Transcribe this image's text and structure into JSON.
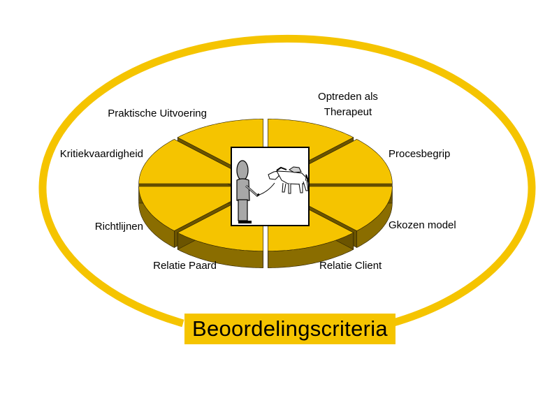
{
  "title": "Beoordelingscriteria",
  "colors": {
    "ring": "#f5c400",
    "top": "#f5c400",
    "side": "#8a6d00",
    "side_dark": "#6b5400",
    "panel_border": "#000000",
    "person": "#a8a8a8"
  },
  "segments": [
    {
      "label_lines": [
        "Optreden als",
        "Therapeut"
      ]
    },
    {
      "label_lines": [
        "Procesbegrip"
      ]
    },
    {
      "label_lines": [
        "Gkozen model"
      ]
    },
    {
      "label_lines": [
        "Relatie Client"
      ]
    },
    {
      "label_lines": [
        "Relatie Paard"
      ]
    },
    {
      "label_lines": [
        "Richtlijnen"
      ]
    },
    {
      "label_lines": [
        "Kritiekvaardigheid"
      ]
    },
    {
      "label_lines": [
        "Praktische Uitvoering"
      ]
    }
  ],
  "center_image": "therapist-with-horse"
}
